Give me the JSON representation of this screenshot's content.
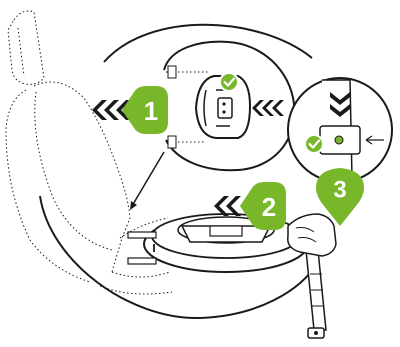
{
  "steps": [
    {
      "number": "1"
    },
    {
      "number": "2"
    },
    {
      "number": "3"
    }
  ],
  "colors": {
    "accent": "#78b62a",
    "line": "#1a1a1a",
    "background": "#ffffff"
  },
  "icons": {
    "push_arrows": "double-chevron-left-icon",
    "down_arrows": "double-chevron-down-icon",
    "confirm": "checkmark-icon",
    "pointer": "arrow-left-icon"
  }
}
